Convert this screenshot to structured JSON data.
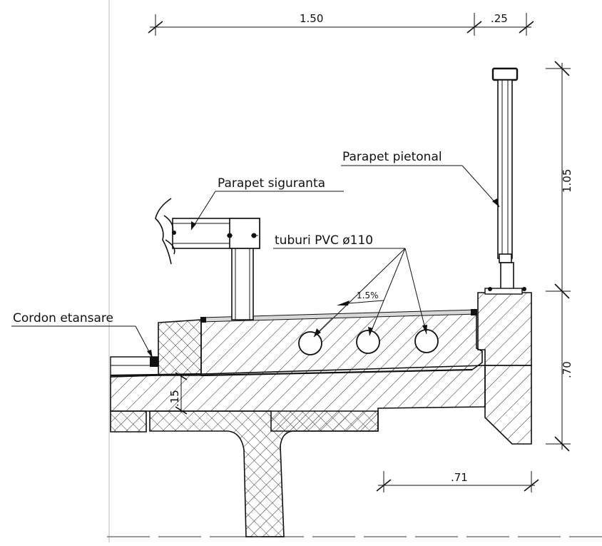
{
  "dimensions": {
    "top_width_sidewalk": "1.50",
    "top_width_cap": ".25",
    "railing_height": "1.05",
    "cap_height": ".70",
    "slab_thickness": ".15",
    "cantilever_width": ".71",
    "slope": "1.5%"
  },
  "labels": {
    "parapet_pietonal": "Parapet pietonal",
    "parapet_siguranta": "Parapet siguranta",
    "tuburi_pvc": "tuburi PVC ø110",
    "cordon_etansare": "Cordon etansare"
  }
}
